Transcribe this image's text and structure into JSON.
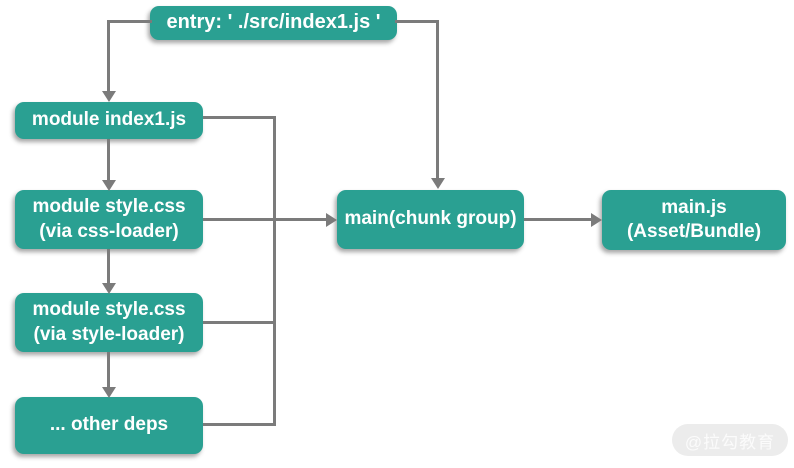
{
  "diagram": {
    "title": "webpack entry / module / chunk group / asset relationship",
    "nodes": {
      "entry": {
        "label": "entry: ' ./src/index1.js '"
      },
      "module_index1": {
        "label": "module index1.js"
      },
      "module_css_loader": {
        "label": "module style.css\n(via css-loader)"
      },
      "module_style_loader": {
        "label": "module style.css\n(via style-loader)"
      },
      "other_deps": {
        "label": "... other deps"
      },
      "chunk_group": {
        "label": "main(chunk group)"
      },
      "asset_bundle": {
        "label": "main.js\n(Asset/Bundle)"
      }
    },
    "edges": [
      {
        "from": "entry",
        "to": "module_index1"
      },
      {
        "from": "entry",
        "to": "chunk_group"
      },
      {
        "from": "module_index1",
        "to": "module_css_loader"
      },
      {
        "from": "module_css_loader",
        "to": "module_style_loader"
      },
      {
        "from": "module_style_loader",
        "to": "other_deps"
      },
      {
        "from": "module_index1",
        "to": "chunk_group",
        "via": "shared-bus"
      },
      {
        "from": "module_css_loader",
        "to": "chunk_group",
        "via": "shared-bus"
      },
      {
        "from": "module_style_loader",
        "to": "chunk_group",
        "via": "shared-bus"
      },
      {
        "from": "other_deps",
        "to": "chunk_group",
        "via": "shared-bus"
      },
      {
        "from": "chunk_group",
        "to": "asset_bundle"
      }
    ]
  },
  "colors": {
    "background": "#ffffff",
    "node_fill": "#2aa092",
    "node_text": "#ffffff",
    "line": "#7b7b7b",
    "watermark_bg": "#ececec",
    "watermark_text": "#fbfbfb"
  },
  "watermark": {
    "label": "@拉勾教育"
  }
}
